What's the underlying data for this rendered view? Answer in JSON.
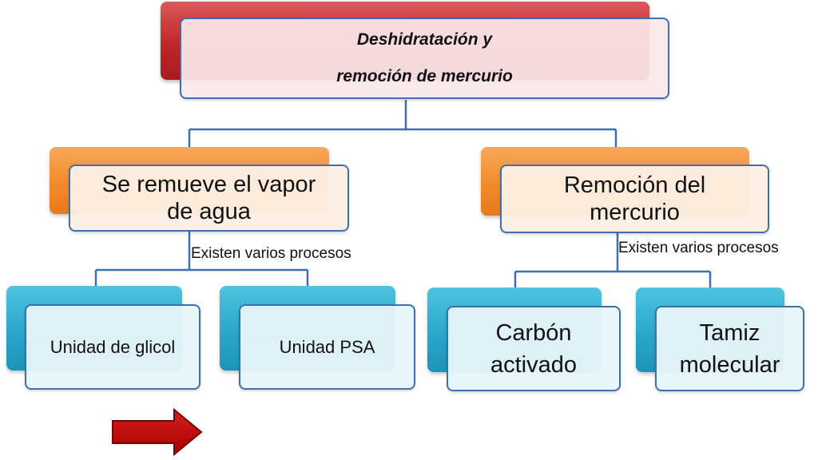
{
  "root": {
    "line1": "Deshidratación y",
    "line2": "remoción de mercurio"
  },
  "branches": [
    {
      "label": "Se remueve el vapor de agua",
      "note": "Existen varios procesos",
      "children": [
        "Unidad de glicol",
        "Unidad PSA"
      ]
    },
    {
      "label": "Remoción del mercurio",
      "note": "Existen varios procesos",
      "children": [
        "Carbón activado",
        "Tamiz molecular"
      ]
    }
  ],
  "colors": {
    "connector": "#3f6fad",
    "root_accent": "#c0262a",
    "level2_accent": "#f28a2c",
    "level3_accent": "#2aa7cc",
    "arrow": "#c00000"
  },
  "icons": {
    "arrow": "right-arrow-icon"
  }
}
